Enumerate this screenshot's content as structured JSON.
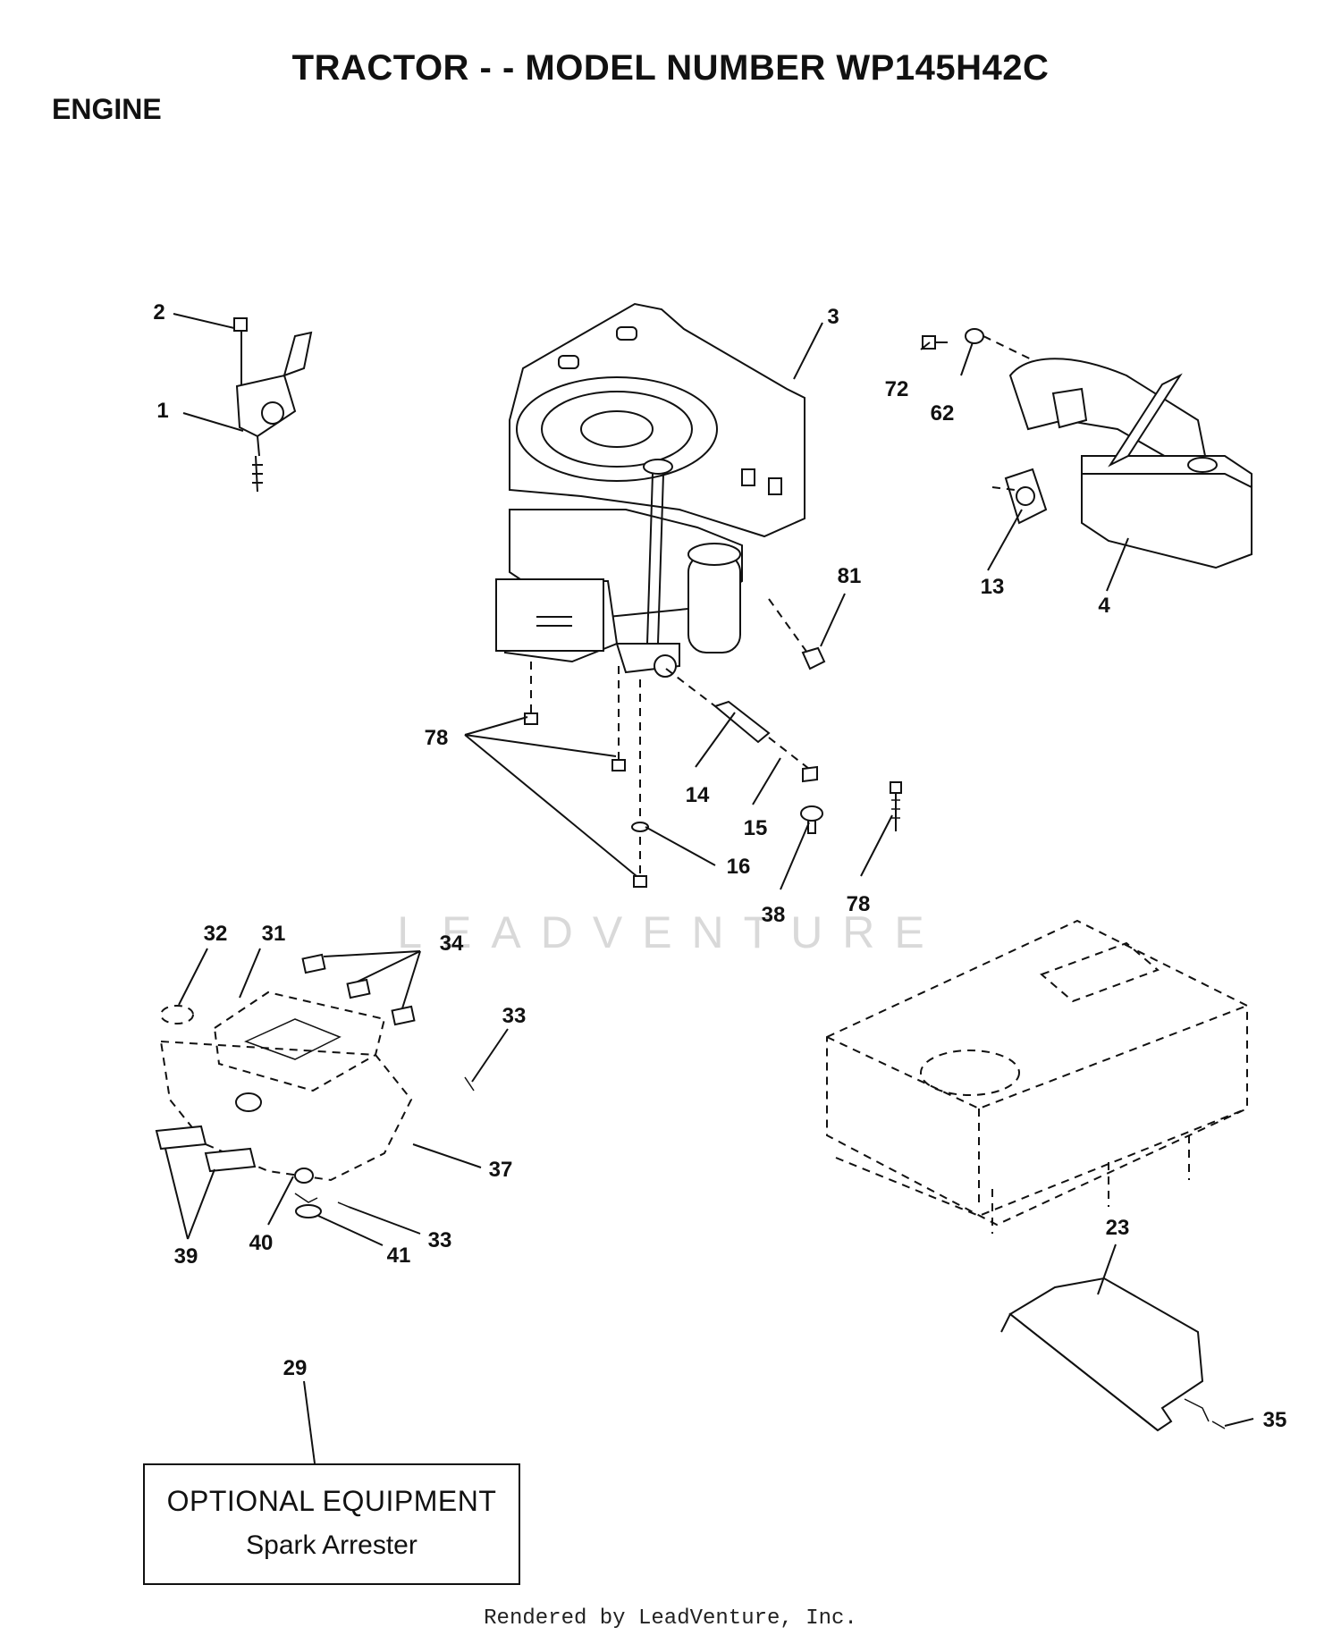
{
  "header": {
    "title": "TRACTOR - - MODEL NUMBER WP145H42C",
    "section": "ENGINE"
  },
  "callouts": [
    "1",
    "2",
    "3",
    "72",
    "62",
    "4",
    "13",
    "81",
    "78",
    "14",
    "15",
    "16",
    "38",
    "78",
    "32",
    "31",
    "34",
    "33",
    "37",
    "33",
    "41",
    "40",
    "39",
    "23",
    "29",
    "35"
  ],
  "optional_box": {
    "line1": "OPTIONAL EQUIPMENT",
    "line2": "Spark Arrester"
  },
  "watermark": "LEADVENTURE",
  "footer": "Rendered by LeadVenture, Inc."
}
